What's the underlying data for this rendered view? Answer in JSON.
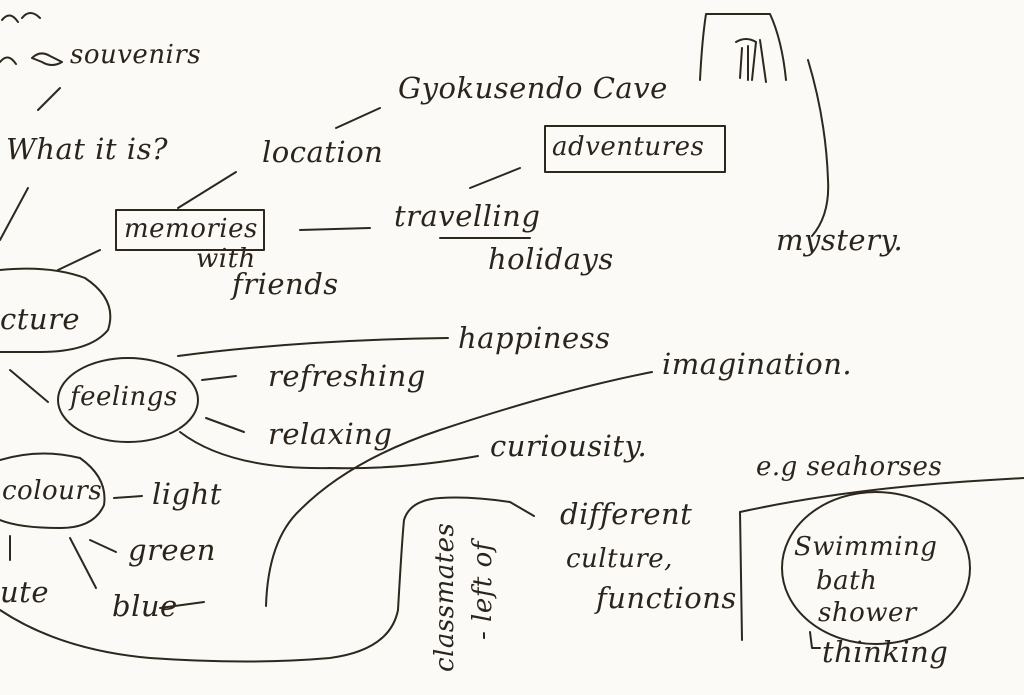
{
  "ink_color": "#2d271e",
  "paper_color": "#fbfaf6",
  "words": {
    "souvenirs": "souvenirs",
    "what_it_is": "What it is?",
    "picture": "cture",
    "location": "location",
    "gyokusendo_cave": "Gyokusendo Cave",
    "adventures": "adventures",
    "memories": "memories",
    "with": "with",
    "friends": "friends",
    "travelling": "travelling",
    "holidays": "holidays",
    "mystery": "mystery.",
    "happiness": "happiness",
    "feelings": "feelings",
    "refreshing": "refreshing",
    "relaxing": "relaxing",
    "imagination": "imagination.",
    "curiousity": "curiousity.",
    "colours": "colours",
    "light": "light",
    "green": "green",
    "blue": "blue",
    "ute": "ute",
    "different": "different",
    "culture": "culture,",
    "functions": "functions",
    "eg_seahorses": "e.g seahorses",
    "swimming": "Swimming",
    "bath": "bath",
    "shower": "shower",
    "thinking": "thinking",
    "vertical_1": "classmates",
    "vertical_2": "- left of"
  }
}
